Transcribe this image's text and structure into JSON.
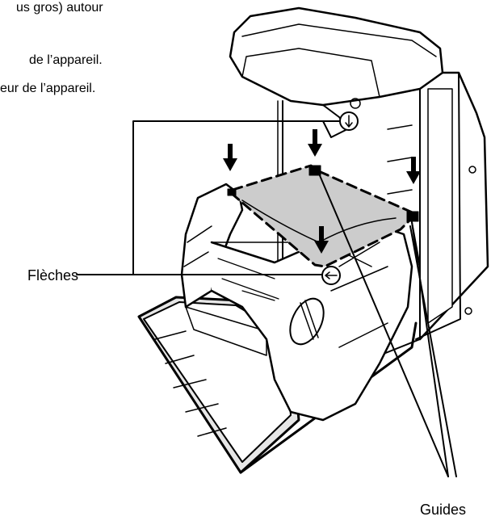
{
  "text_lines": [
    "us gros) autour",
    "de l’appareil.",
    "eur de l’appareil."
  ],
  "callouts": {
    "arrows": "Flèches",
    "guides": "Guides"
  },
  "colors": {
    "ink": "#000000",
    "paper": "#ffffff",
    "ribbon_fill": "#cccccc",
    "shade": "#e6e6e6"
  }
}
